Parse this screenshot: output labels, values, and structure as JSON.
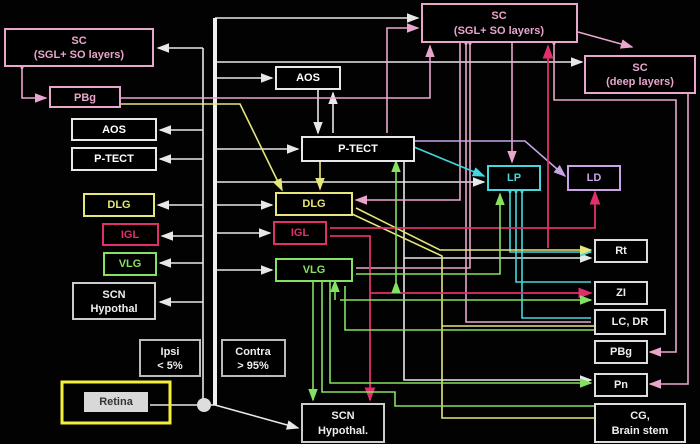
{
  "colors": {
    "pink": "#e9a6cc",
    "white": "#e8e8e8",
    "yellow": "#e6e67a",
    "crimson": "#e0306c",
    "green": "#86e062",
    "cyan": "#44d8dc",
    "lavender": "#c8a4e6",
    "highlight": "#f2f03a"
  },
  "ipsilateral": {
    "sc": {
      "line1": "SC",
      "line2": "(SGL+ SO layers)"
    },
    "pbg": "PBg",
    "aos": "AOS",
    "ptect": "P-TECT",
    "dlg": "DLG",
    "igl": "IGL",
    "vlg": "VLG",
    "scn": {
      "line1": "SCN",
      "line2": "Hypothal"
    }
  },
  "ipsi_label": {
    "line1": "Ipsi",
    "line2": "< 5%"
  },
  "contra_label": {
    "line1": "Contra",
    "line2": "> 95%"
  },
  "retina": "Retina",
  "contralateral": {
    "sc_sup": {
      "line1": "SC",
      "line2": "(SGL+ SO layers)"
    },
    "sc_deep": {
      "line1": "SC",
      "line2": "(deep layers)"
    },
    "aos": "AOS",
    "ptect": "P-TECT",
    "dlg": "DLG",
    "igl": "IGL",
    "vlg": "VLG",
    "scn": {
      "line1": "SCN",
      "line2": "Hypothal."
    },
    "lp": "LP",
    "ld": "LD"
  },
  "targets": {
    "rt": "Rt",
    "zi": "ZI",
    "lcdr": "LC, DR",
    "pbg": "PBg",
    "pn": "Pn",
    "cg": {
      "line1": "CG,",
      "line2": "Brain stem"
    }
  }
}
